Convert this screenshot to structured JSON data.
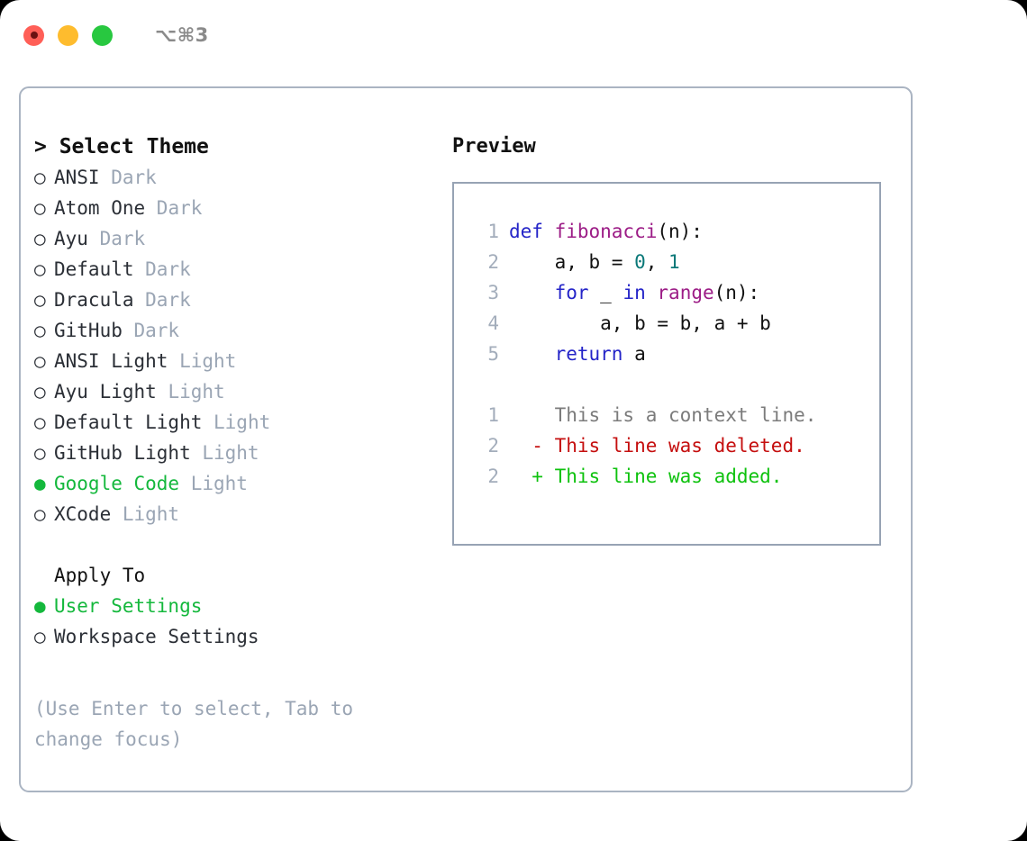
{
  "titlebar": {
    "shortcut": "⌥⌘3",
    "lights": [
      {
        "name": "close",
        "color": "#ff5f57"
      },
      {
        "name": "minimize",
        "color": "#febc2e"
      },
      {
        "name": "maximize",
        "color": "#28c840"
      }
    ]
  },
  "theme_picker": {
    "title": "> Select Theme",
    "bullet_selected": "●",
    "bullet_unselected": "○",
    "selected_theme": "Google Code",
    "items": [
      {
        "bullet": "○",
        "name": "ANSI",
        "tag": "Dark",
        "selected": false
      },
      {
        "bullet": "○",
        "name": "Atom One",
        "tag": "Dark",
        "selected": false
      },
      {
        "bullet": "○",
        "name": "Ayu",
        "tag": "Dark",
        "selected": false
      },
      {
        "bullet": "○",
        "name": "Default",
        "tag": "Dark",
        "selected": false
      },
      {
        "bullet": "○",
        "name": "Dracula",
        "tag": "Dark",
        "selected": false
      },
      {
        "bullet": "○",
        "name": "GitHub",
        "tag": "Dark",
        "selected": false
      },
      {
        "bullet": "○",
        "name": "ANSI Light",
        "tag": "Light",
        "selected": false
      },
      {
        "bullet": "○",
        "name": "Ayu Light",
        "tag": "Light",
        "selected": false
      },
      {
        "bullet": "○",
        "name": "Default Light",
        "tag": "Light",
        "selected": false
      },
      {
        "bullet": "○",
        "name": "GitHub Light",
        "tag": "Light",
        "selected": false
      },
      {
        "bullet": "●",
        "name": "Google Code",
        "tag": "Light",
        "selected": true
      },
      {
        "bullet": "○",
        "name": "XCode",
        "tag": "Light",
        "selected": false
      }
    ]
  },
  "apply_to": {
    "title": "Apply To",
    "selected": "User Settings",
    "items": [
      {
        "bullet": "●",
        "name": "User Settings",
        "selected": true
      },
      {
        "bullet": "○",
        "name": "Workspace Settings",
        "selected": false
      }
    ]
  },
  "hint": "(Use Enter to select, Tab to change focus)",
  "preview": {
    "label": "Preview",
    "code_lines": [
      {
        "number": "1",
        "tokens": [
          {
            "text": "def ",
            "type": "kw"
          },
          {
            "text": "fibonacci",
            "type": "fn"
          },
          {
            "text": "(n):",
            "type": "pl"
          }
        ]
      },
      {
        "number": "2",
        "tokens": [
          {
            "text": "    a, b = ",
            "type": "pl"
          },
          {
            "text": "0",
            "type": "num"
          },
          {
            "text": ", ",
            "type": "pl"
          },
          {
            "text": "1",
            "type": "num"
          }
        ]
      },
      {
        "number": "3",
        "tokens": [
          {
            "text": "    ",
            "type": "pl"
          },
          {
            "text": "for",
            "type": "kw"
          },
          {
            "text": " _ ",
            "type": "pl"
          },
          {
            "text": "in",
            "type": "kw"
          },
          {
            "text": " ",
            "type": "pl"
          },
          {
            "text": "range",
            "type": "fn"
          },
          {
            "text": "(n):",
            "type": "pl"
          }
        ]
      },
      {
        "number": "4",
        "tokens": [
          {
            "text": "        a, b = b, a + b",
            "type": "pl"
          }
        ]
      },
      {
        "number": "5",
        "tokens": [
          {
            "text": "    ",
            "type": "pl"
          },
          {
            "text": "return",
            "type": "kw"
          },
          {
            "text": " a",
            "type": "pl"
          }
        ]
      }
    ],
    "diff_lines": [
      {
        "number": "1",
        "marker": "  ",
        "text": "This is a context line.",
        "type": "ctx"
      },
      {
        "number": "2",
        "marker": "- ",
        "text": "This line was deleted.",
        "type": "del"
      },
      {
        "number": "2",
        "marker": "+ ",
        "text": "This line was added.",
        "type": "add"
      }
    ]
  },
  "colors": {
    "accent_green": "#14b83c",
    "border": "#aab4c2",
    "muted": "#9aa5b4",
    "keyword": "#2424c8",
    "function": "#9c1c86",
    "number": "#0a7878",
    "diff_add": "#0ec20e",
    "diff_del": "#c50f0f",
    "context": "#7b7b7b"
  }
}
